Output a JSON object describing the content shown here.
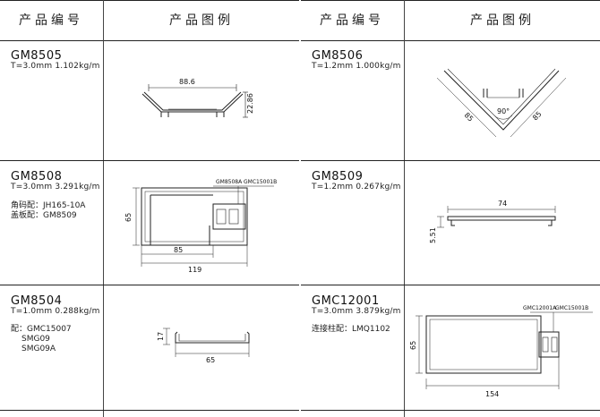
{
  "header": {
    "col1": "产品编号",
    "col2": "产品图例"
  },
  "left": [
    {
      "code": "GM8505",
      "spec": "T=3.0mm  1.102kg/m",
      "notes": [],
      "dims": {
        "w": "88.6",
        "h": "22.86"
      }
    },
    {
      "code": "GM8508",
      "spec": "T=3.0mm  3.291kg/m",
      "notes": [
        "角码配：JH165-10A",
        "盖板配：GM8509"
      ],
      "dims": {
        "h": "65",
        "inner": "85",
        "outer": "119",
        "tag1": "GM8508A",
        "tag2": "GMC15001B"
      }
    },
    {
      "code": "GM8504",
      "spec": "T=1.0mm  0.288kg/m",
      "notes": [
        "配：GMC15007",
        "SMG09",
        "SMG09A"
      ],
      "dims": {
        "h": "17",
        "w": "65"
      }
    }
  ],
  "right": [
    {
      "code": "GM8506",
      "spec": "T=1.2mm  1.000kg/m",
      "notes": [],
      "dims": {
        "a": "85",
        "b": "85",
        "angle": "90°"
      }
    },
    {
      "code": "GM8509",
      "spec": "T=1.2mm  0.267kg/m",
      "notes": [],
      "dims": {
        "w": "74",
        "h": "5.51"
      }
    },
    {
      "code": "GMC12001",
      "spec": "T=3.0mm  3.879kg/m",
      "notes": [
        "连接柱配：LMQ1102"
      ],
      "dims": {
        "h": "65",
        "w": "154",
        "tag1": "GMC12001A",
        "tag2": "GMC15001B"
      }
    }
  ]
}
